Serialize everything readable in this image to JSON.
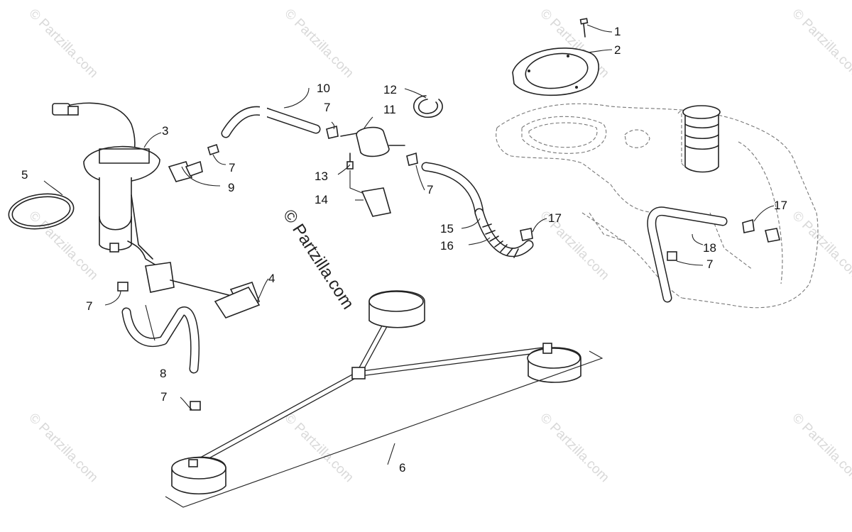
{
  "watermark": {
    "text": "© Partzilla.com",
    "center_text": "© Partzilla.com"
  },
  "callouts": [
    "1",
    "2",
    "3",
    "4",
    "5",
    "6",
    "7",
    "7",
    "7",
    "7",
    "7",
    "7",
    "8",
    "9",
    "10",
    "11",
    "12",
    "13",
    "14",
    "15",
    "16",
    "17",
    "17",
    "18"
  ]
}
